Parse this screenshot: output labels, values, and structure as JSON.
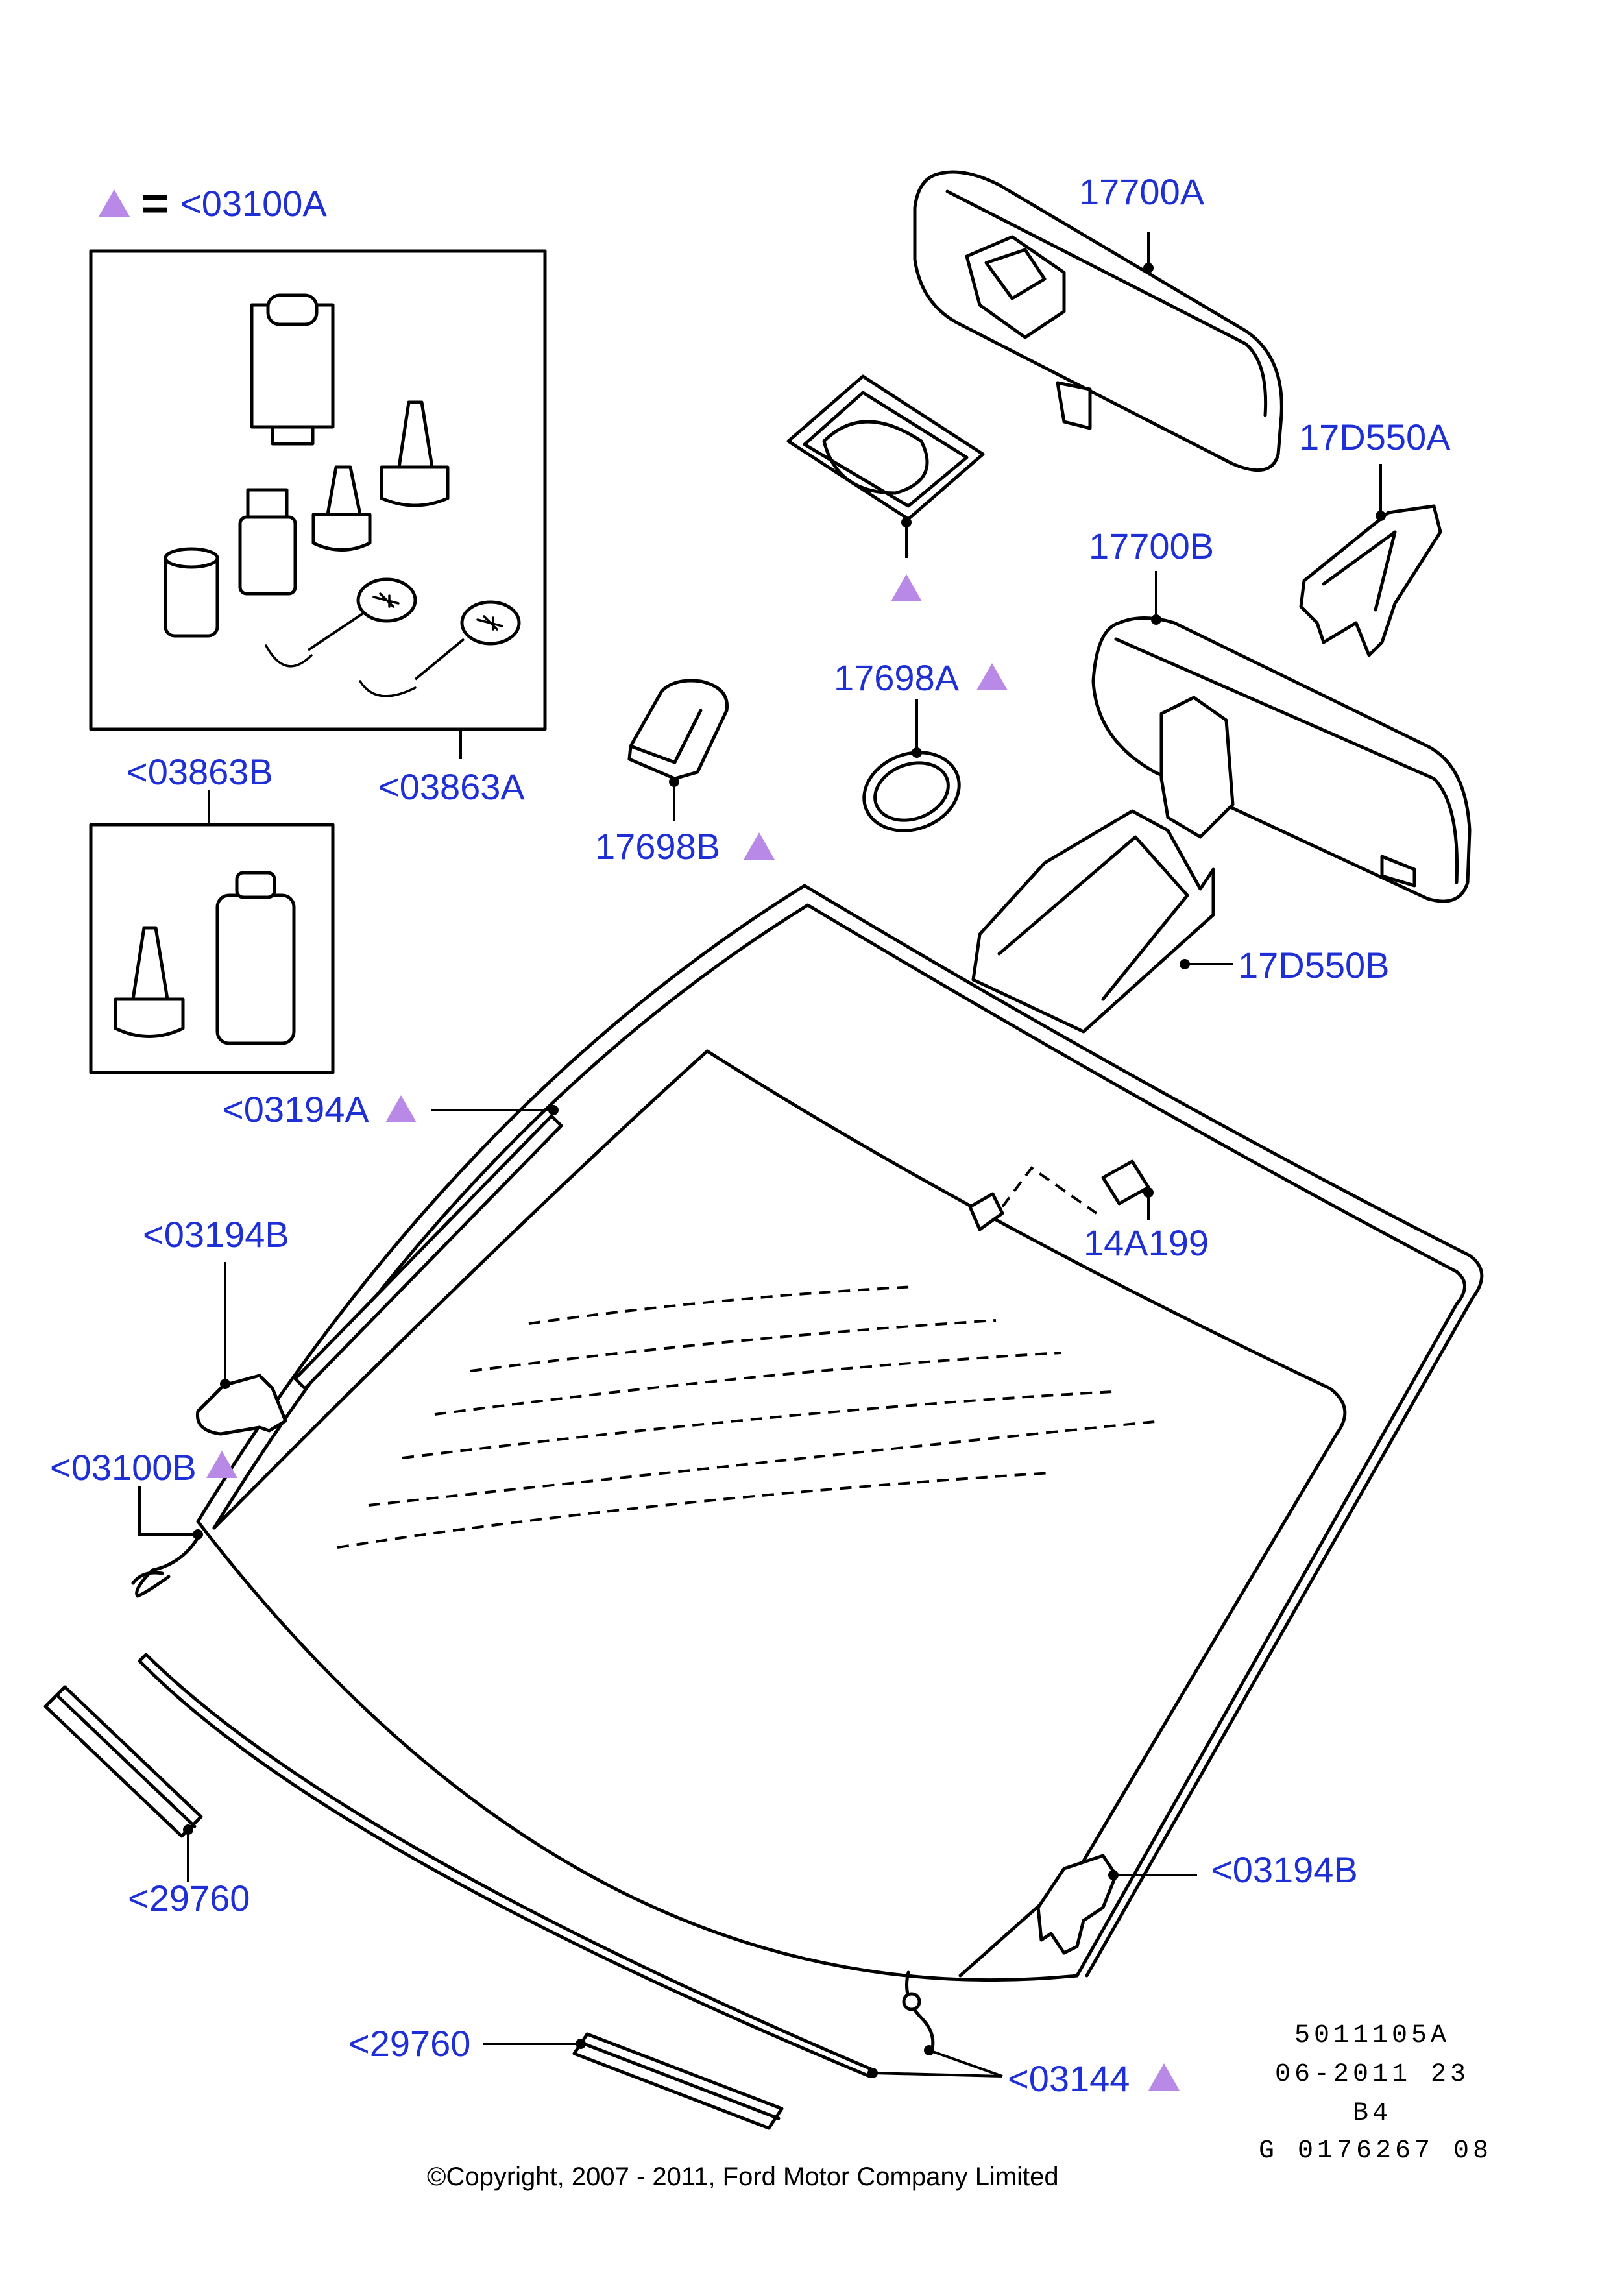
{
  "legend": {
    "equals_symbol": "=",
    "equals_label": "<03100A",
    "marker_color": "#b889e6"
  },
  "labels": {
    "kit_box_a": "<03863A",
    "kit_box_b": "<03863B",
    "mirror_a": "17700A",
    "mirror_b": "17700B",
    "cover_a": "17D550A",
    "cover_b": "17D550B",
    "pad_a": "17698A",
    "pad_b": "17698B",
    "moulding_top": "<03194A",
    "bracket_left": "<03194B",
    "bracket_right": "<03194B",
    "clip_left": "<03100B",
    "sensor": "14A199",
    "strip_left": "<29760",
    "strip_bottom": "<29760",
    "clip_bottom": "<03144"
  },
  "reference": {
    "line1": "5011105A",
    "line2": "06-2011 23",
    "line3": "B4",
    "line4": "G 0176267 08"
  },
  "copyright": "©Copyright, 2007 - 2011, Ford Motor Company Limited"
}
